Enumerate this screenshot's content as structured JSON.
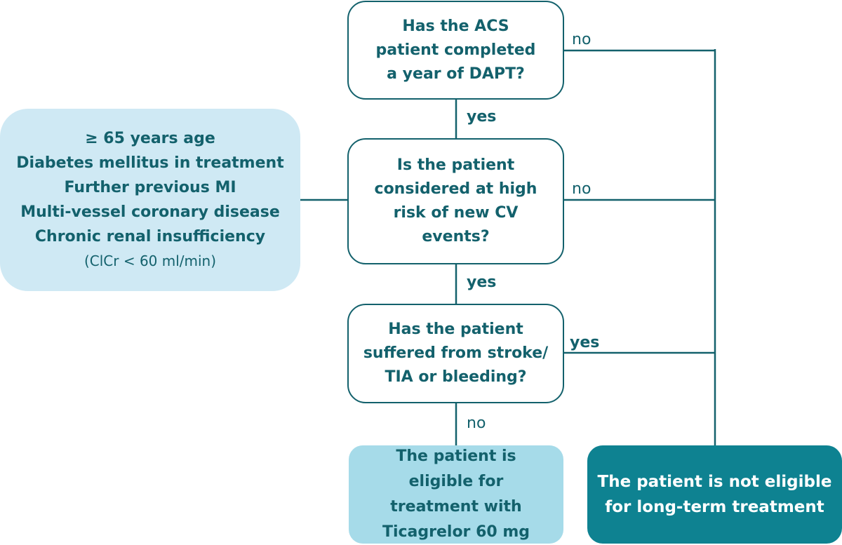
{
  "nodes": {
    "q1": [
      "Has the ACS",
      "patient completed",
      "a year of DAPT?"
    ],
    "q2": [
      "Is the patient",
      "considered at high",
      "risk of new CV",
      "events?"
    ],
    "q3": [
      "Has the patient",
      "suffered from stroke/",
      "TIA or bleeding?"
    ],
    "criteria": [
      "≥ 65 years age",
      "Diabetes mellitus in treatment",
      "Further previous MI",
      "Multi-vessel coronary disease",
      "Chronic renal insufficiency",
      "(ClCr < 60 ml/min)"
    ],
    "eligible": [
      "The patient is",
      "eligible for",
      "treatment with",
      "Ticagrelor 60 mg"
    ],
    "not_eligible": [
      "The patient is not eligible",
      "for long-term treatment"
    ]
  },
  "edges": {
    "q1_no": "no",
    "q1_yes": "yes",
    "q2_no": "no",
    "q2_yes": "yes",
    "q3_yes": "yes",
    "q3_no": "no"
  },
  "colors": {
    "line": "#13616c",
    "criteria_fill": "#cfe9f4",
    "eligible_fill": "#a6dbe9",
    "not_eligible_fill": "#0e8291"
  }
}
